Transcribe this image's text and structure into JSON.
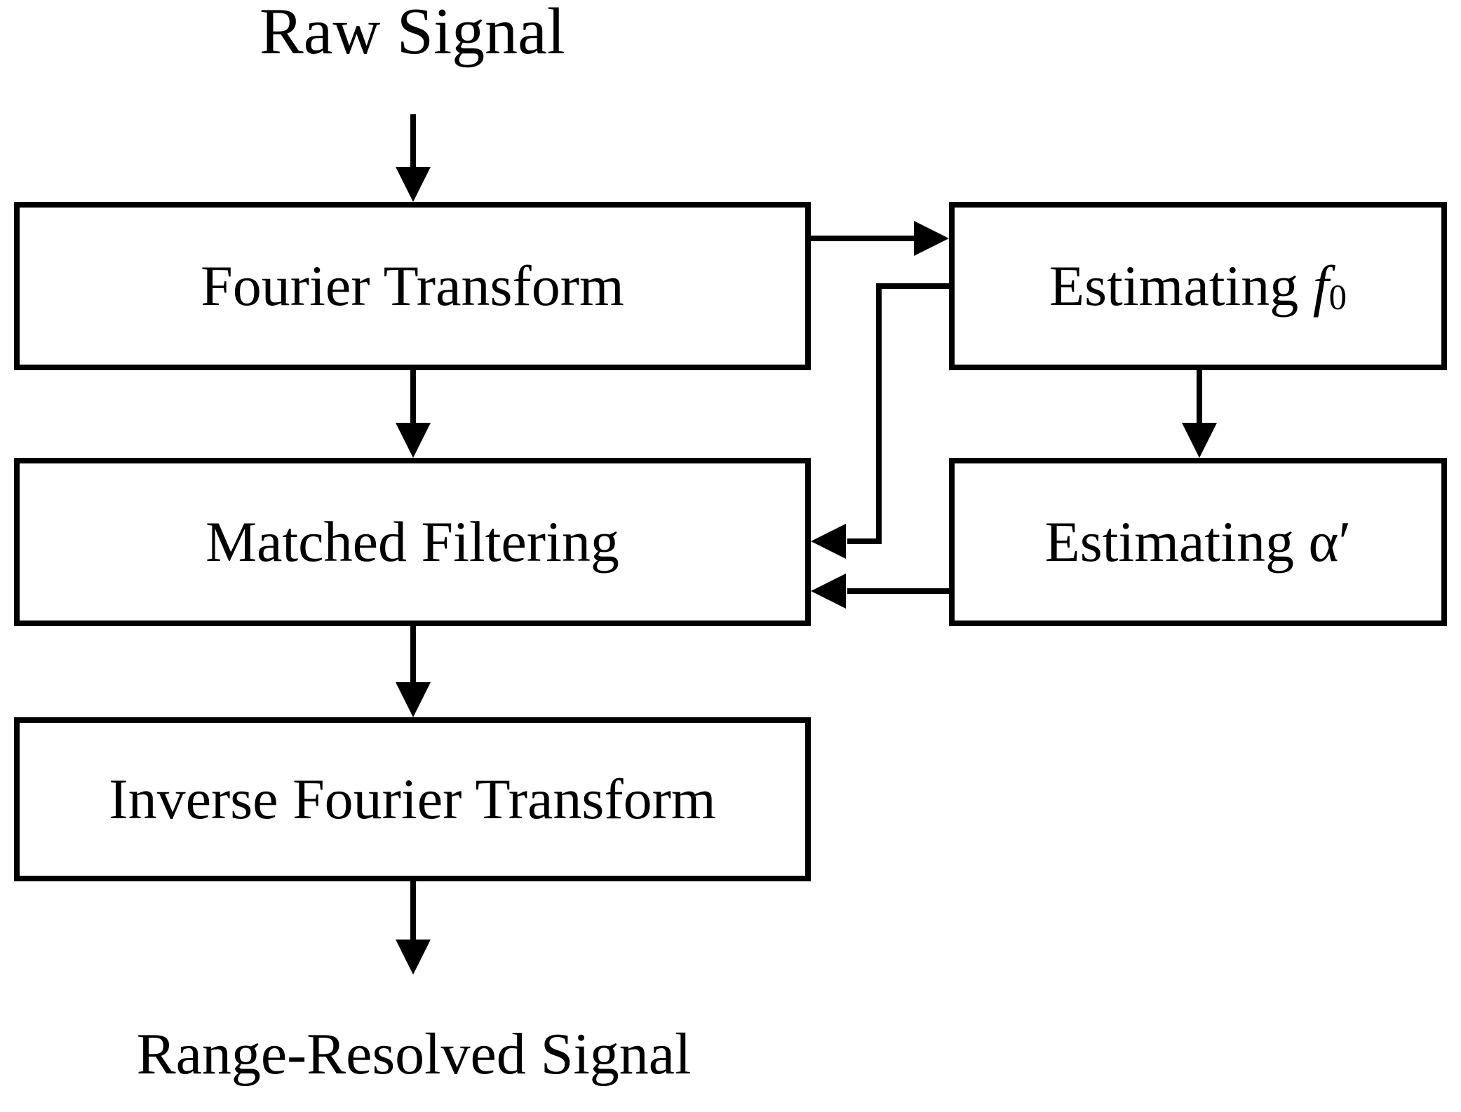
{
  "diagram": {
    "input_label": "Raw Signal",
    "output_label": "Range-Resolved Signal",
    "nodes": [
      {
        "id": "fourier-transform",
        "label": "Fourier Transform"
      },
      {
        "id": "matched-filtering",
        "label": "Matched Filtering"
      },
      {
        "id": "inverse-fourier-transform",
        "label": "Inverse Fourier Transform"
      },
      {
        "id": "estimating-f0",
        "label_prefix": "Estimating ",
        "symbol": "f",
        "subscript": "0"
      },
      {
        "id": "estimating-alpha-prime",
        "label_prefix": "Estimating ",
        "symbol": "α",
        "suffix": "′"
      }
    ],
    "edges": [
      {
        "from": "raw-signal",
        "to": "fourier-transform"
      },
      {
        "from": "fourier-transform",
        "to": "estimating-f0"
      },
      {
        "from": "fourier-transform",
        "to": "matched-filtering"
      },
      {
        "from": "estimating-f0",
        "to": "estimating-alpha-prime"
      },
      {
        "from": "estimating-f0",
        "to": "matched-filtering"
      },
      {
        "from": "estimating-alpha-prime",
        "to": "matched-filtering"
      },
      {
        "from": "matched-filtering",
        "to": "inverse-fourier-transform"
      },
      {
        "from": "inverse-fourier-transform",
        "to": "range-resolved-signal"
      }
    ],
    "colors": {
      "stroke": "#000000",
      "fill": "#ffffff",
      "text": "#000000"
    }
  }
}
